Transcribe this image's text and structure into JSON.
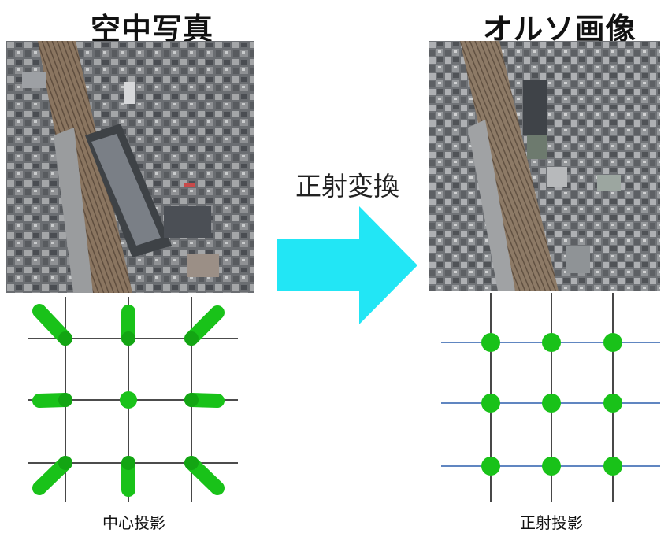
{
  "left": {
    "title": "空中写真",
    "caption": "中心投影"
  },
  "right": {
    "title": "オルソ画像",
    "caption": "正射投影"
  },
  "arrow": {
    "label": "正射変換",
    "color": "#22e6f5"
  },
  "colors": {
    "marker": "#19c219",
    "marker_dark": "#0f8f0f",
    "grid_left": "#333333",
    "grid_right": "#4a74b8"
  }
}
